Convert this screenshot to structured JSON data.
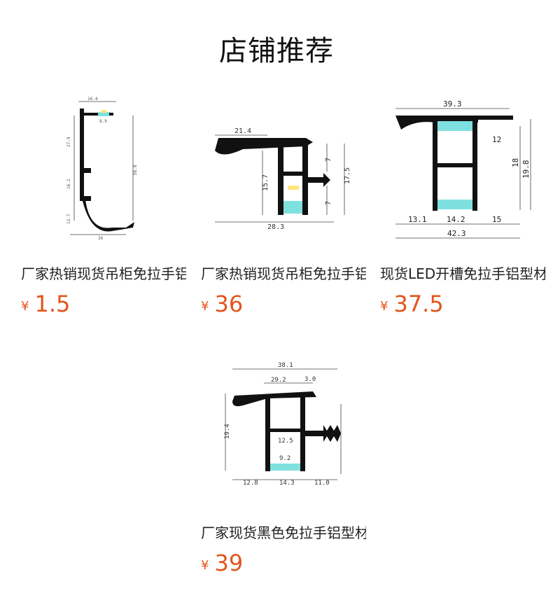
{
  "page": {
    "title": "店铺推荐"
  },
  "products": [
    {
      "name": "厂家热销现货吊柜免拉手铝型材",
      "currency": "¥",
      "price": "1.5",
      "image": "profile-drawing-1"
    },
    {
      "name": "厂家热销现货吊柜免拉手铝型材",
      "currency": "¥",
      "price": "36",
      "image": "profile-drawing-2"
    },
    {
      "name": "现货LED开槽免拉手铝型材",
      "currency": "¥",
      "price": "37.5",
      "image": "profile-drawing-3"
    },
    {
      "name": "厂家现货黑色免拉手铝型材",
      "currency": "¥",
      "price": "39",
      "image": "profile-drawing-4"
    }
  ]
}
